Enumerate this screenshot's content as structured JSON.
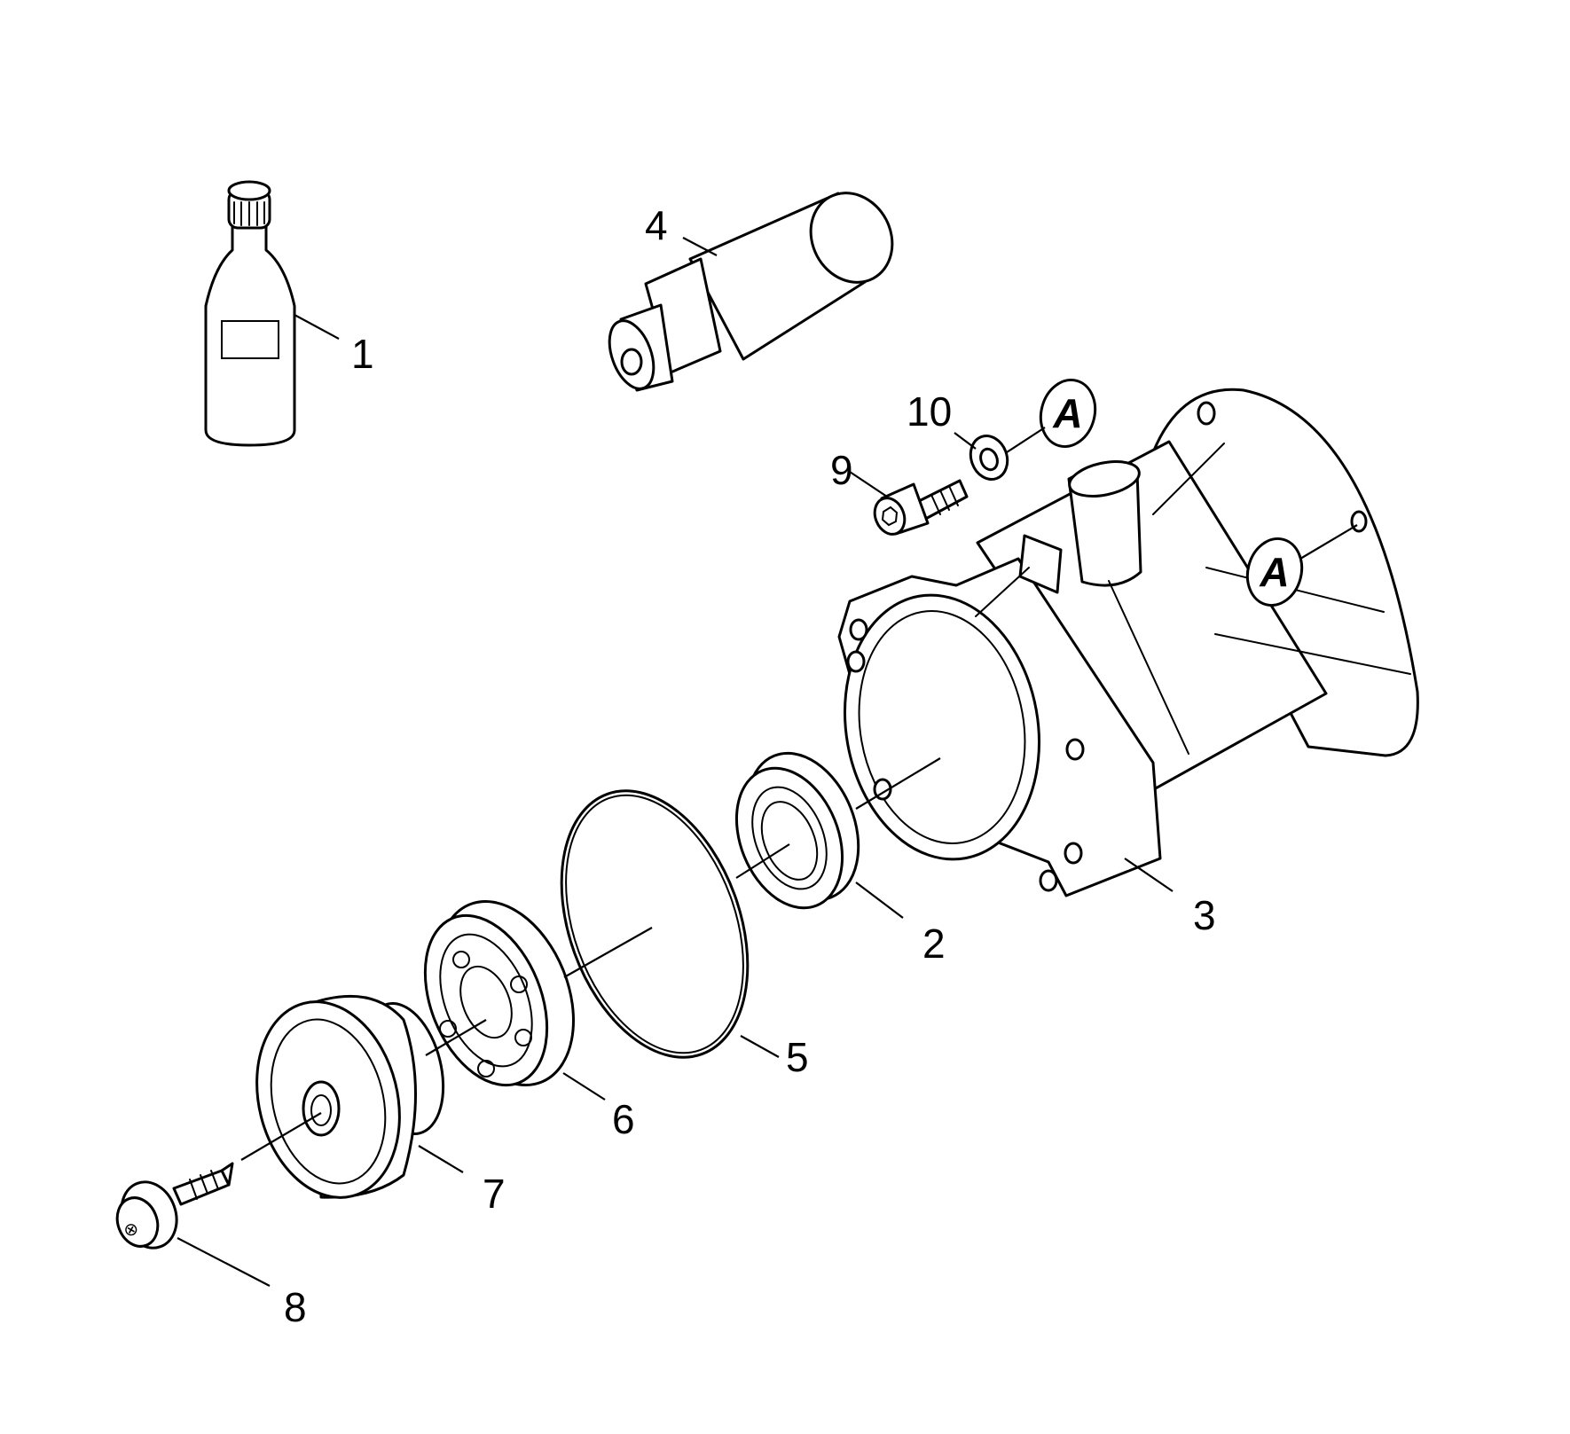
{
  "callouts": {
    "c1": "1",
    "c2": "2",
    "c3": "3",
    "c4": "4",
    "c5": "5",
    "c6": "6",
    "c7": "7",
    "c8": "8",
    "c9": "9",
    "c10": "10"
  },
  "reference_marks": {
    "a_upper": "A",
    "a_lower": "A"
  },
  "colors": {
    "line": "#000000",
    "background": "#ffffff"
  }
}
